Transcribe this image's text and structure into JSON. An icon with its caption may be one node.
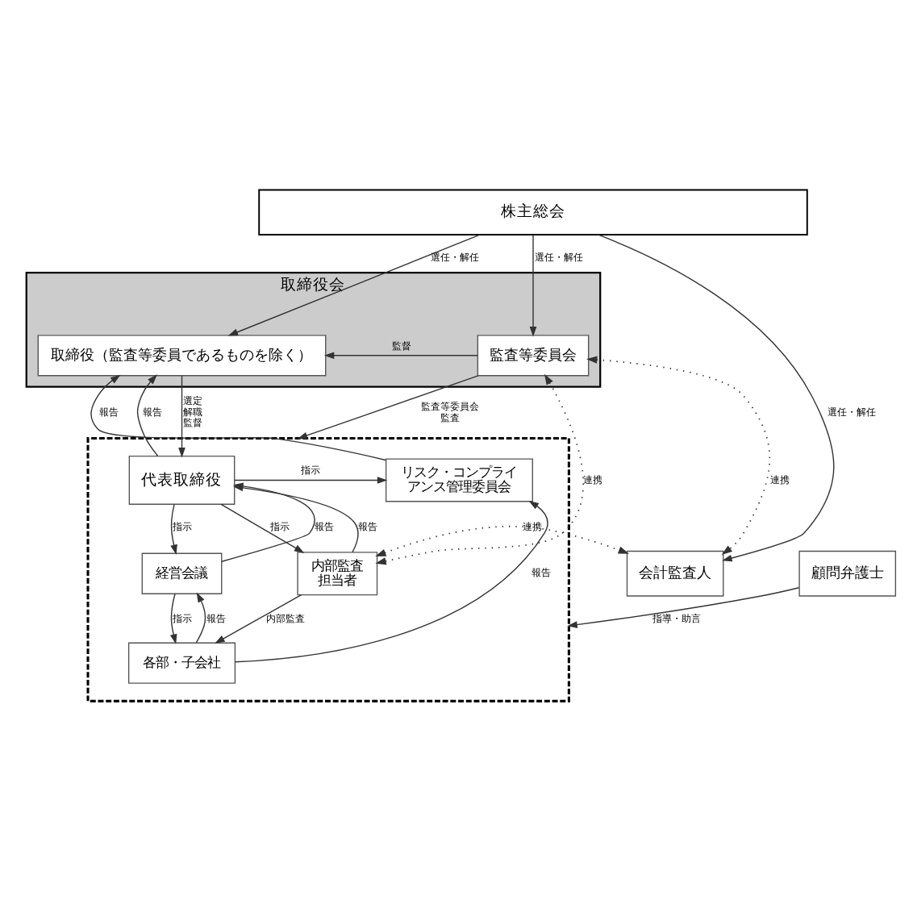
{
  "diagram": {
    "nodes": [
      {
        "text": [
          "株主総会"
        ]
      },
      {
        "text": [],
        "shape": "box"
      },
      {
        "text": [
          "取締役会"
        ]
      },
      {
        "text": [
          "取締役（監査等委員であるものを除く）"
        ],
        "in": 2
      },
      {
        "text": [
          "監査等委員会"
        ],
        "in": 2
      },
      {
        "text": [
          "リスク・コンプライアンス管理委員会"
        ],
        "in": 1
      },
      {
        "text": [
          "代表取締役"
        ],
        "in": 1
      },
      {
        "text": [
          "経営会議"
        ],
        "in": 1
      },
      {
        "text": [
          "内部監査担当者"
        ],
        "in": 1
      },
      {
        "text": [
          "会計監査人"
        ]
      },
      {
        "text": [
          "各部・子会社"
        ],
        "in": 1
      },
      {
        "text": [
          "顧問弁護士"
        ]
      }
    ],
    "edges": [
      {
        "from": 0,
        "to": 3,
        "arrow": "to",
        "label": "選任・解任"
      },
      {
        "from": 0,
        "to": 4,
        "arrow": "to",
        "label": "選任・解任"
      },
      {
        "from": 0,
        "to": 9,
        "arrow": "to",
        "label": "選任・解任"
      },
      {
        "from": 4,
        "to": 3,
        "arrow": "to",
        "label": "監督"
      },
      {
        "from": 3,
        "to": 6,
        "arrow": "to",
        "label": "選定解職監督"
      },
      {
        "from": 5,
        "to": 3,
        "arrow": "to",
        "label": "報告"
      },
      {
        "from": 6,
        "to": 3,
        "arrow": "to",
        "label": "報告"
      },
      {
        "from": 4,
        "to": 1,
        "arrow": "to",
        "label": "監査等委員会監査"
      },
      {
        "from": 8,
        "to": 9,
        "arrow": "both",
        "label": "連携",
        "style": "dashed"
      },
      {
        "from": 6,
        "to": 5,
        "arrow": "to",
        "label": "指示"
      },
      {
        "from": 6,
        "to": 7,
        "arrow": "to",
        "label": "指示"
      },
      {
        "from": 7,
        "to": 6,
        "arrow": "to",
        "label": "報告"
      },
      {
        "from": 6,
        "to": 8,
        "arrow": "to",
        "label": "指示"
      },
      {
        "from": 8,
        "to": 6,
        "arrow": "to",
        "label": "報告"
      },
      {
        "from": 4,
        "to": 8,
        "arrow": "both",
        "label": "連携",
        "style": "dashed"
      },
      {
        "from": 4,
        "to": 9,
        "arrow": "both",
        "label": "連携",
        "style": "dashed"
      },
      {
        "from": 10,
        "to": 5,
        "arrow": "to",
        "label": "報告"
      },
      {
        "from": 7,
        "to": 10,
        "arrow": "to",
        "label": "指示"
      },
      {
        "from": 10,
        "to": 7,
        "arrow": "to",
        "label": "報告"
      },
      {
        "from": 8,
        "to": 10,
        "arrow": "to",
        "label": "内部監査"
      },
      {
        "from": 11,
        "to": 1,
        "arrow": "to",
        "label": "指導・助言"
      }
    ]
  }
}
